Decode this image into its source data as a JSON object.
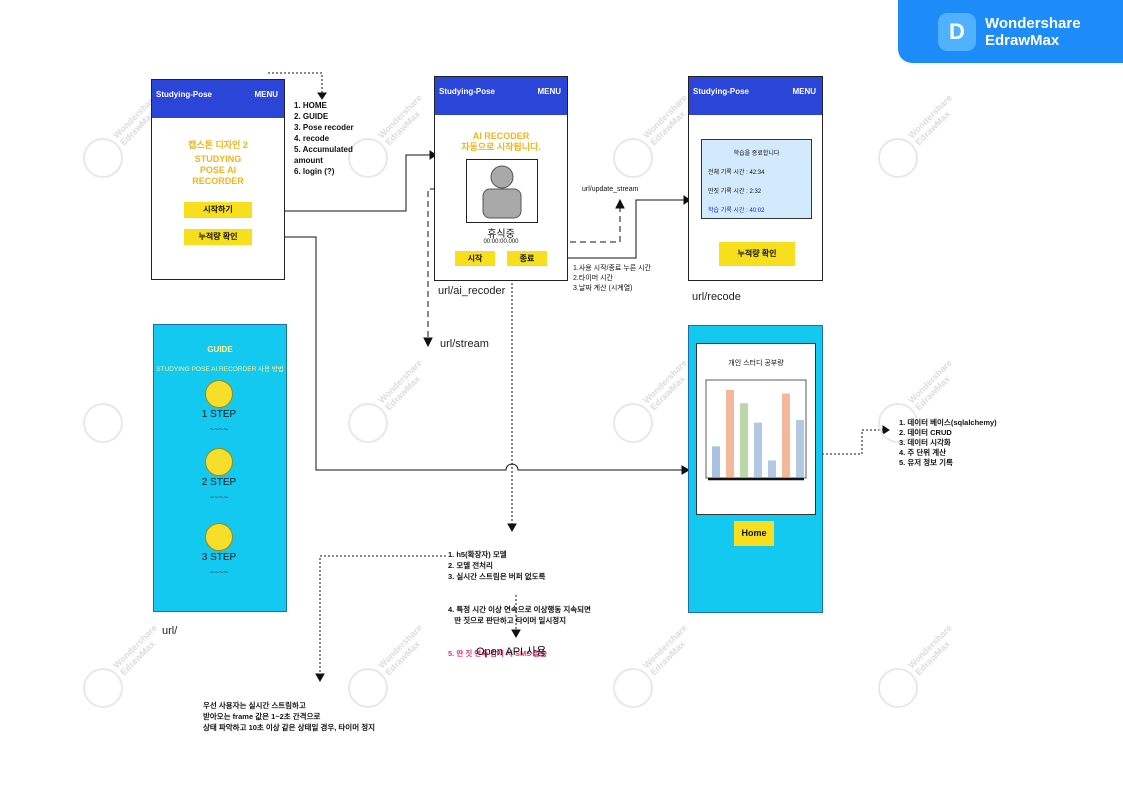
{
  "brand": {
    "line1": "Wondershare",
    "line2": "EdrawMax",
    "logo_letter": "D"
  },
  "watermark": {
    "line1": "Wondershare",
    "line2": "EdrawMax"
  },
  "screen_home": {
    "app_title": "Studying-Pose",
    "menu": "MENU",
    "subtitle": "캡스톤 디자인 2",
    "title_lines": [
      "STUDYING",
      "POSE AI",
      "RECORDER"
    ],
    "start_button": "시작하기",
    "accum_button": "누적량 확인"
  },
  "menu_list": [
    "1. HOME",
    "2. GUIDE",
    "3. Pose recoder",
    "4. recode",
    "5. Accumulated",
    "amount",
    "6. login (?)"
  ],
  "screen_recorder": {
    "app_title": "Studying-Pose",
    "menu": "MENU",
    "heading": "AI  RECODER",
    "subheading": "자동으로 시작됩니다.",
    "status": "휴식중",
    "timer": "00:00:00.000",
    "start_button": "시작",
    "end_button": "종료",
    "url": "url/ai_recoder"
  },
  "recorder_notes": [
    "1.사용 시작/종료 누른 시간",
    "2.타이머 시간",
    "3.날짜 계산 (시계열)"
  ],
  "update_stream_label": "url/update_stream",
  "stream_label": "url/stream",
  "screen_record": {
    "app_title": "Studying-Pose",
    "menu": "MENU",
    "panel_title": "학습을 종료합니다",
    "lines": [
      "전체 기록 시간 : 42:34",
      "딴짓 기록 시간 : 2:32",
      "학습 기록 시간 : 40:02"
    ],
    "accum_button": "누적량 확인",
    "url": "url/recode"
  },
  "guide_screen": {
    "title": "GUIDE",
    "subtitle": "STUDYING POSE AI RECORDER 사용 방법",
    "steps": [
      "1 STEP",
      "2 STEP",
      "3 STEP"
    ],
    "tilde": "~~~~",
    "url": "url/"
  },
  "stats_screen": {
    "chart_title": "개인 스터디 공부량",
    "home_button": "Home"
  },
  "chart_data": {
    "type": "bar",
    "title": "개인 스터디 공부량",
    "values": [
      0.36,
      1.0,
      0.85,
      0.63,
      0.2,
      0.96,
      0.66
    ],
    "colors": [
      "#a9c1e0",
      "#f5b79a",
      "#b9d7a7",
      "#b2c9e4",
      "#b2c9e4",
      "#f5b79a",
      "#b2c9e4"
    ],
    "note": ""
  },
  "db_list": [
    "1. 데이터 베이스(sqlalchemy)",
    "2. 데이터 CRUD",
    "3. 데이터 시각화",
    "4. 주 단위 계산",
    "5. 유저 정보 기록"
  ],
  "model_list": [
    "1. h5(확장자) 모델",
    "2. 모델 전처리",
    "3. 실시간 스트림은 버퍼 없도록",
    "4. 특정 시간 이상 연속으로 이상행동 지속되면",
    "   딴 짓으로 판단하고 타이머 일시정지",
    "5. 딴 짓 연속 감지 시 SMS 발송"
  ],
  "open_api": "Open API 사용",
  "bottom_note": [
    "우선 사용자는 실시간 스트림하고",
    "받아오는 frame 값은 1~2초 간격으로",
    "상태 파악하고 10초 이상 같은 상태일 경우, 타이머 정지"
  ]
}
